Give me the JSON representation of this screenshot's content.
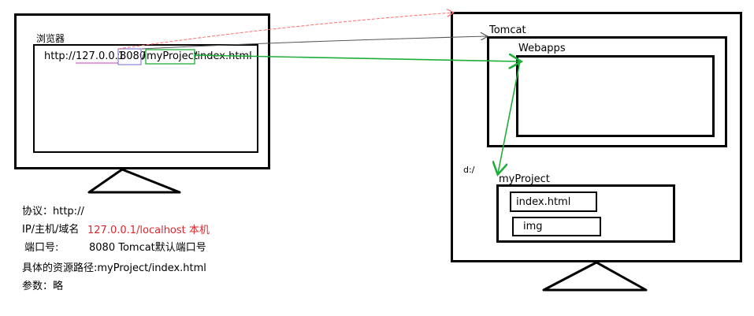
{
  "browser": {
    "label": "浏览器",
    "url": {
      "protocol": "http://",
      "host": "127.0.0.1",
      "port_sep": ":",
      "port": "8080",
      "slash": "/",
      "project": "myProject",
      "path": "/index.html"
    }
  },
  "server": {
    "container_label": "Tomcat",
    "webapps_label": "Webapps",
    "drive_label": "d:/",
    "project_folder_label": "myProject",
    "files": [
      "index.html",
      "img"
    ]
  },
  "notes": {
    "protocol": "协议：http://",
    "host_label": "IP/主机/域名",
    "host_value": "127.0.0.1/localhost  本机",
    "port_label": "端口号:",
    "port_value": "8080   Tomcat默认端口号",
    "resource_path": "具体的资源路径:myProject/index.html",
    "params": "参数：略"
  },
  "colors": {
    "red_arrow": "#ff6b6b",
    "black_arrow": "#555555",
    "green_arrow": "#1fae3a",
    "host_highlight": "#c63fb0",
    "port_highlight": "#6b6bd6",
    "project_highlight": "#1fae3a",
    "note_red": "#e0262b"
  }
}
